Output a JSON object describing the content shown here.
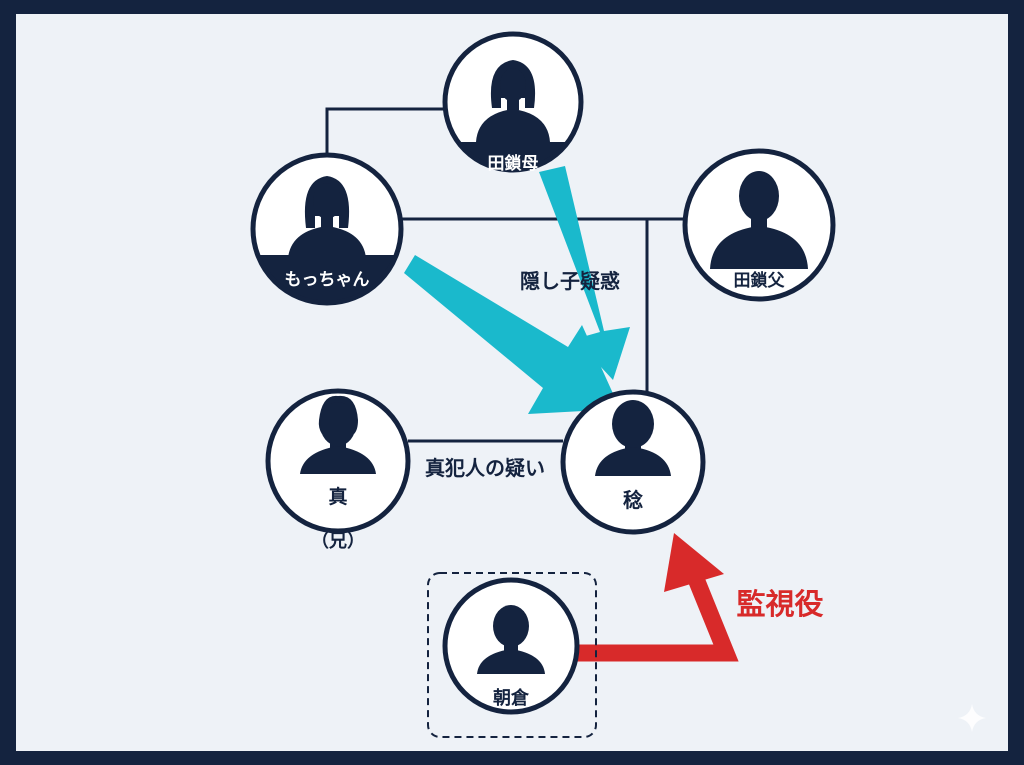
{
  "colors": {
    "frame": "#14233f",
    "background": "#eef2f7",
    "navy": "#14233f",
    "cyan_arrow": "#1ab9cc",
    "red_arrow": "#d82a2a"
  },
  "nodes": {
    "tagusari_mother": {
      "label": "田鎖母",
      "icon": "female-silhouette-icon"
    },
    "mocchan": {
      "label": "もっちゃん",
      "icon": "female-silhouette-icon"
    },
    "tagusari_father": {
      "label": "田鎖父",
      "icon": "male-silhouette-icon"
    },
    "makoto": {
      "label": "真",
      "sublabel": "（兄）",
      "icon": "male-silhouette-icon"
    },
    "minoru": {
      "label": "稔",
      "icon": "male-silhouette-icon"
    },
    "asakura": {
      "label": "朝倉",
      "icon": "male-silhouette-icon"
    }
  },
  "edge_labels": {
    "hidden_child": "隠し子疑惑",
    "true_culprit": "真犯人の疑い",
    "monitor_role": "監視役"
  },
  "icons": {
    "watermark": "sparkle-icon"
  }
}
